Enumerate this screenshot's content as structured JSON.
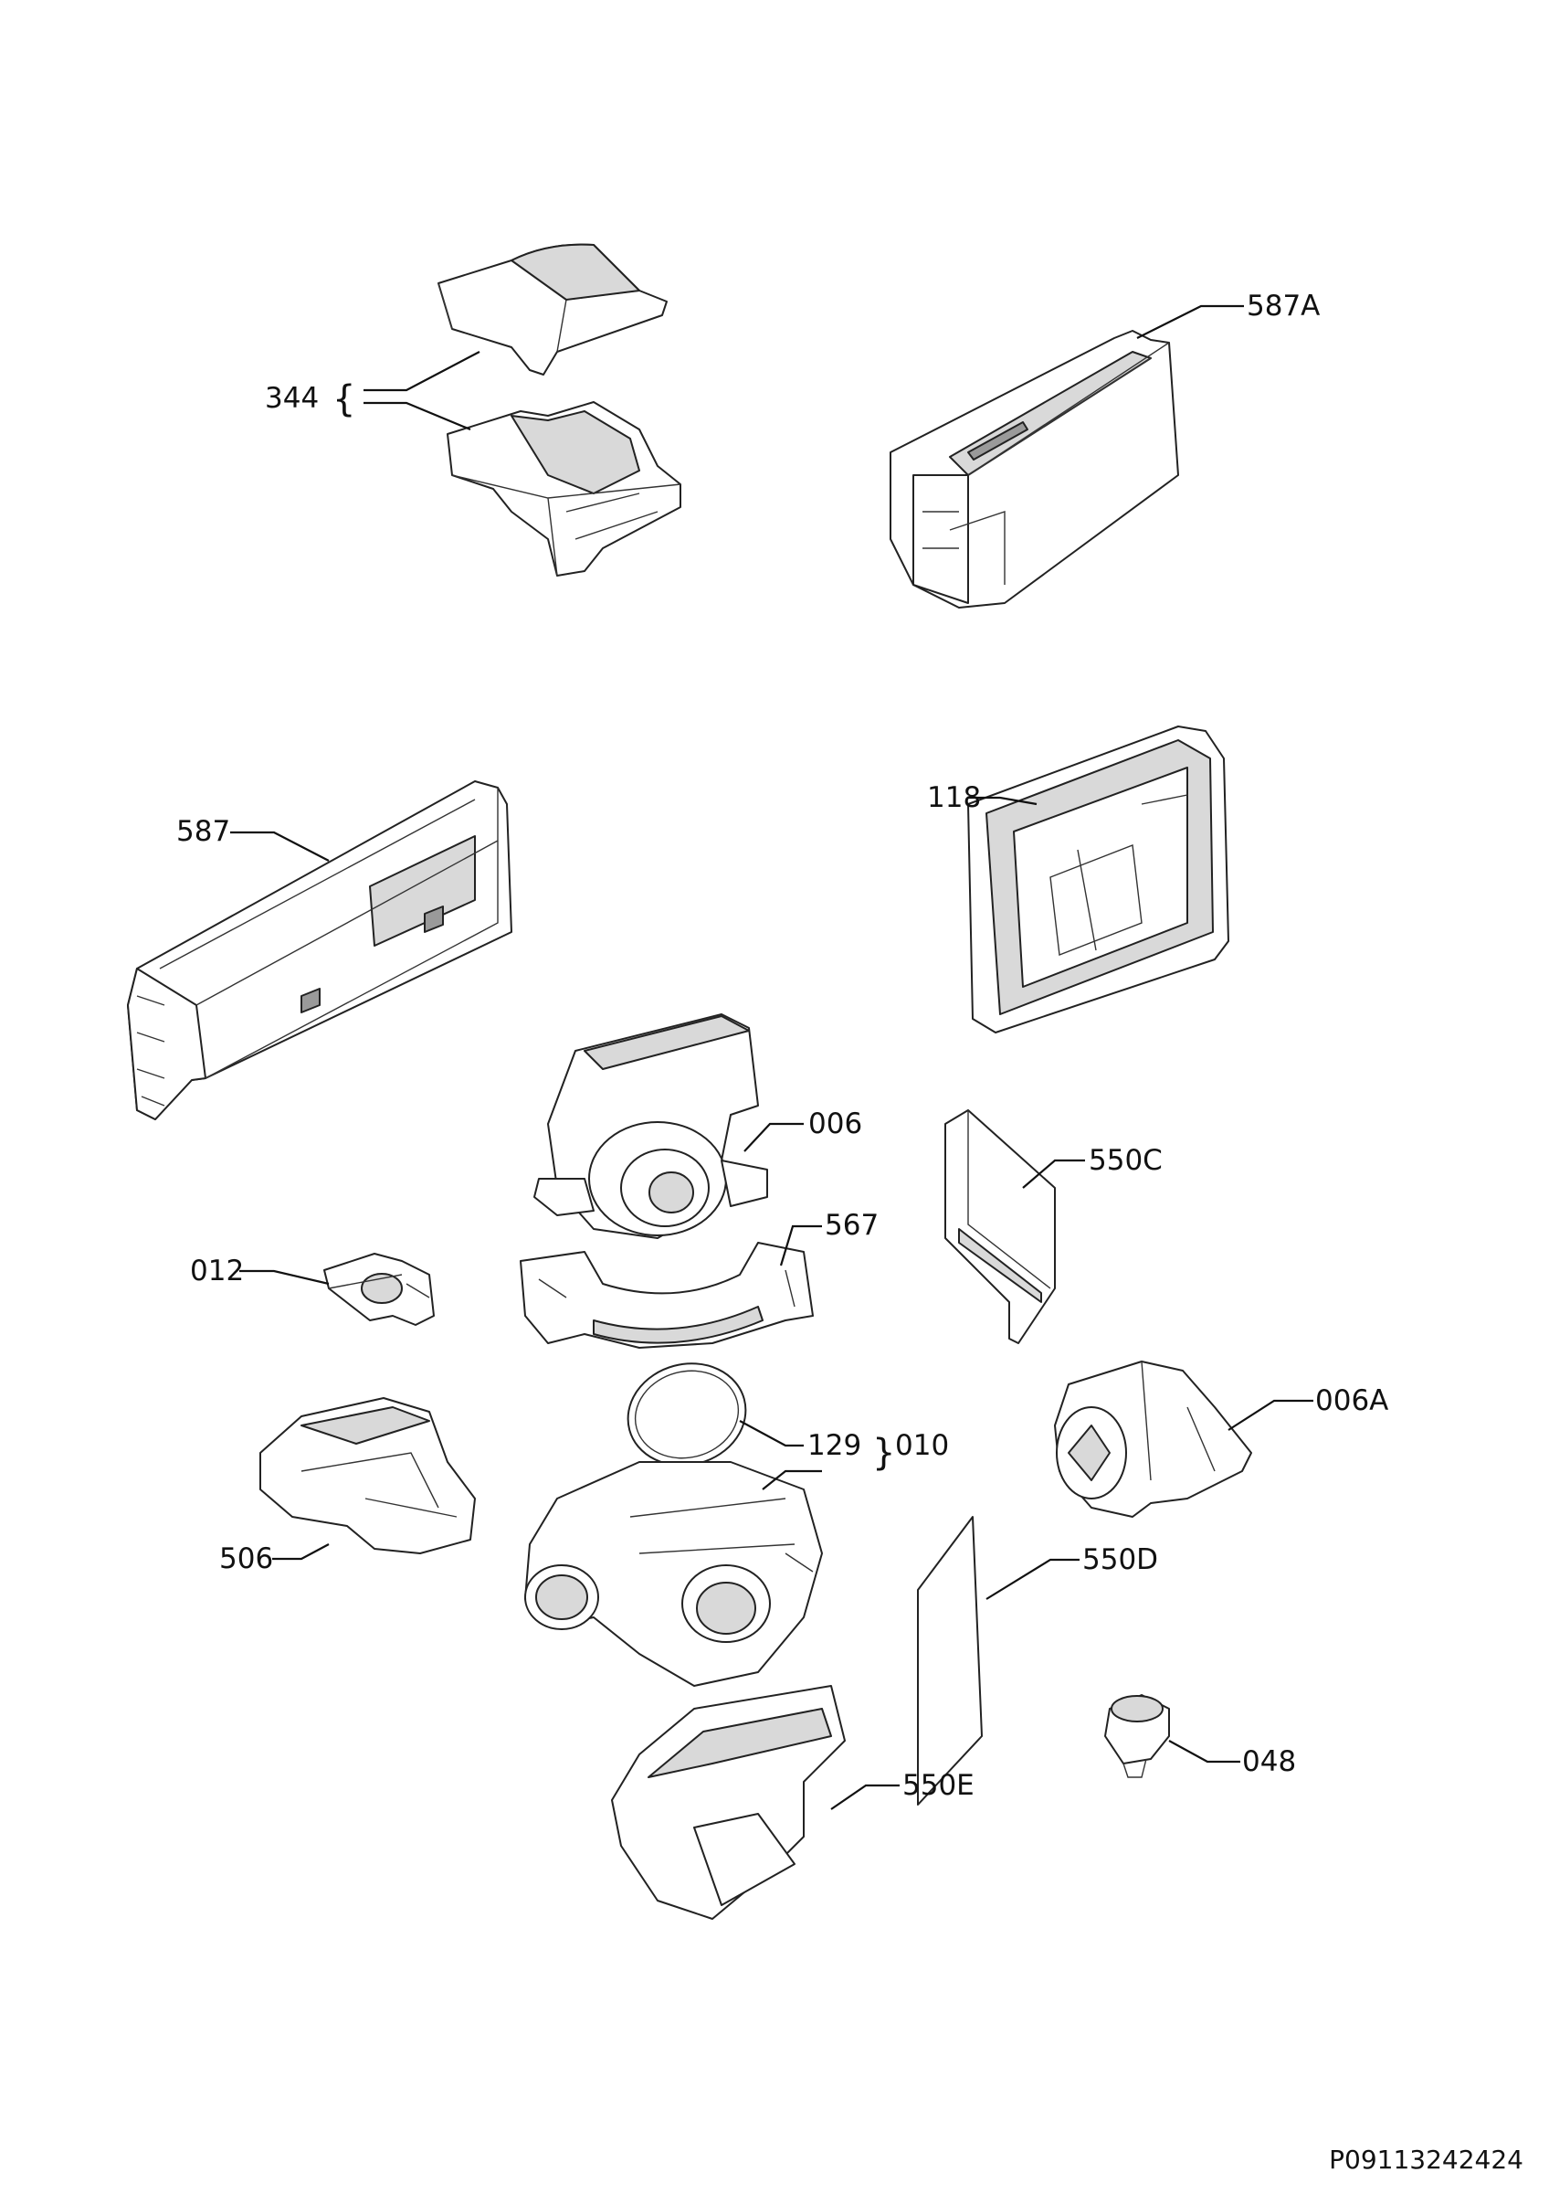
{
  "diagram": {
    "doc_number": "P09113242424",
    "brace_344": "{",
    "brace_010": "}",
    "callouts": [
      {
        "id": "344",
        "text": "344"
      },
      {
        "id": "587A",
        "text": "587A"
      },
      {
        "id": "587",
        "text": "587"
      },
      {
        "id": "118",
        "text": "118"
      },
      {
        "id": "006",
        "text": "006"
      },
      {
        "id": "550C",
        "text": "550C"
      },
      {
        "id": "567",
        "text": "567"
      },
      {
        "id": "012",
        "text": "012"
      },
      {
        "id": "129",
        "text": "129"
      },
      {
        "id": "010",
        "text": "010"
      },
      {
        "id": "006A",
        "text": "006A"
      },
      {
        "id": "506",
        "text": "506"
      },
      {
        "id": "550D",
        "text": "550D"
      },
      {
        "id": "048",
        "text": "048"
      },
      {
        "id": "550E",
        "text": "550E"
      }
    ]
  }
}
